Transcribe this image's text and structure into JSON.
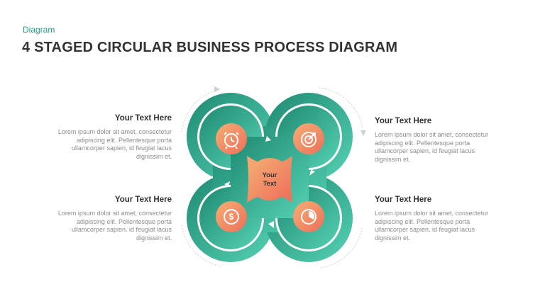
{
  "header": {
    "eyebrow": "Diagram",
    "title": "4 STAGED CIRCULAR BUSINESS PROCESS DIAGRAM"
  },
  "center": {
    "line1": "Your",
    "line2": "Text"
  },
  "stages": [
    {
      "heading": "Your Text Here",
      "body": "Lorem ipsum dolor sit amet, consectetur adipiscing elit. Pellentesque porta ullamcorper sapien, id feugiat lacus dignissim et.",
      "icon": "alarm-clock-icon"
    },
    {
      "heading": "Your Text Here",
      "body": "Lorem ipsum dolor sit amet, consectetur adipiscing elit. Pellentesque porta ullamcorper sapien, id feugiat lacus dignissim et.",
      "icon": "target-icon"
    },
    {
      "heading": "Your Text Here",
      "body": "Lorem ipsum dolor sit amet, consectetur adipiscing elit. Pellentesque porta ullamcorper sapien, id feugiat lacus dignissim et.",
      "icon": "dollar-coin-icon"
    },
    {
      "heading": "Your Text Here",
      "body": "Lorem ipsum dolor sit amet, consectetur adipiscing elit. Pellentesque porta ullamcorper sapien, id feugiat lacus dignissim et.",
      "icon": "pie-chart-icon"
    }
  ],
  "colors": {
    "accent_green": "#2e9a84",
    "green_dark": "#1f8a72",
    "green_light": "#55d1b4",
    "orange_light": "#f7ae74",
    "orange_dark": "#ec6f5a",
    "title_text": "#333333",
    "body_text": "#8c8c8c"
  }
}
